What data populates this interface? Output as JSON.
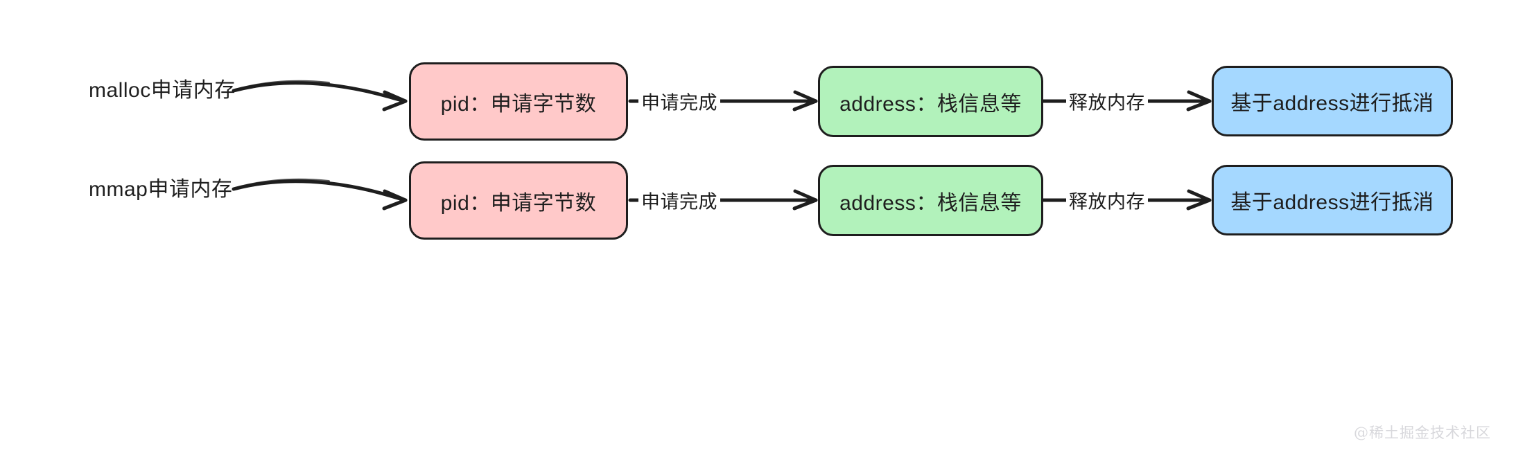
{
  "diagram": {
    "title": "memory-allocation-tracking-flow",
    "background": "#ffffff",
    "stroke_color": "#1e1e1e",
    "colors": {
      "pink": "#ffc9c9",
      "green": "#b2f2bb",
      "blue": "#a5d8ff",
      "stroke": "#1e1e1e",
      "watermark": "#d8d8dc"
    },
    "rows": [
      {
        "id": "malloc-row",
        "source_label": "malloc申请内存",
        "steps": [
          {
            "id": "pid-bytes",
            "label": "pid：申请字节数",
            "color": "pink"
          },
          {
            "id": "address-stack",
            "label": "address：栈信息等",
            "color": "green"
          },
          {
            "id": "offset-by-address",
            "label": "基于address进行抵消",
            "color": "blue"
          }
        ],
        "edges": [
          {
            "id": "malloc-to-pid",
            "label": "",
            "style": "curved"
          },
          {
            "id": "pid-to-address",
            "label": "申请完成",
            "style": "straight"
          },
          {
            "id": "address-to-offset",
            "label": "释放内存",
            "style": "straight"
          }
        ]
      },
      {
        "id": "mmap-row",
        "source_label": "mmap申请内存",
        "steps": [
          {
            "id": "pid-bytes",
            "label": "pid：申请字节数",
            "color": "pink"
          },
          {
            "id": "address-stack",
            "label": "address：栈信息等",
            "color": "green"
          },
          {
            "id": "offset-by-address",
            "label": "基于address进行抵消",
            "color": "blue"
          }
        ],
        "edges": [
          {
            "id": "mmap-to-pid",
            "label": "",
            "style": "curved"
          },
          {
            "id": "pid-to-address",
            "label": "申请完成",
            "style": "straight"
          },
          {
            "id": "address-to-offset",
            "label": "释放内存",
            "style": "straight"
          }
        ]
      }
    ],
    "watermark": "@稀土掘金技术社区"
  }
}
